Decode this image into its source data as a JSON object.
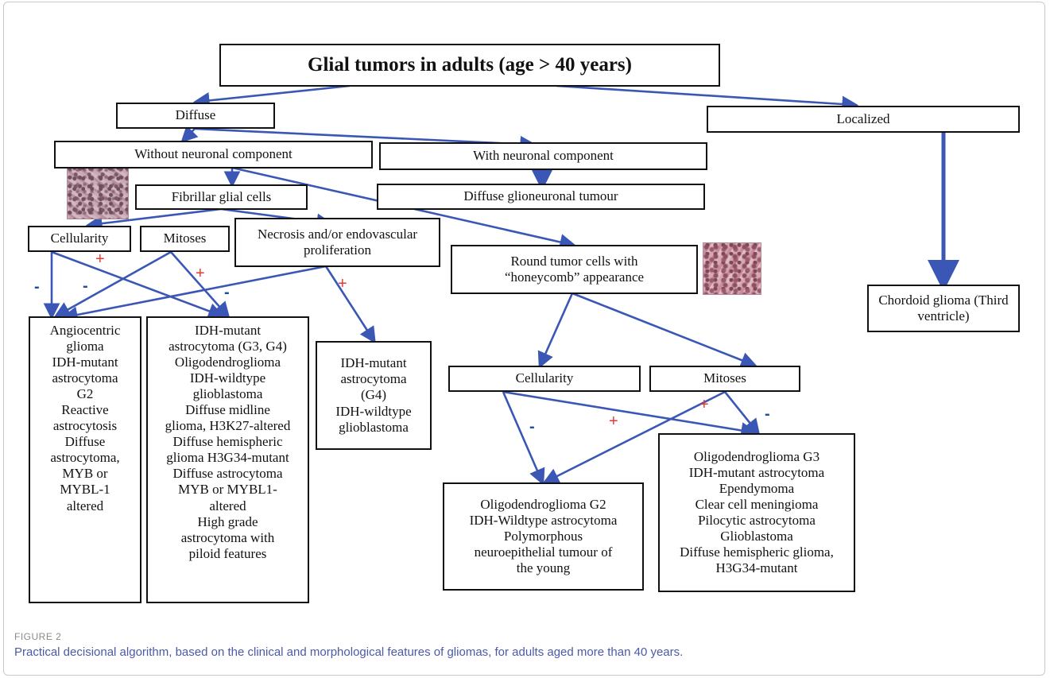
{
  "nodes": {
    "title": "Glial tumors in adults (age > 40 years)",
    "diffuse": "Diffuse",
    "localized": "Localized",
    "without_neuronal": "Without neuronal component",
    "with_neuronal": "With neuronal component",
    "fibrillar": "Fibrillar glial cells",
    "diffuse_glioneuronal": "Diffuse glioneuronal tumour",
    "cellularity_left": "Cellularity",
    "mitoses_left": "Mitoses",
    "necrosis": "Necrosis and/or endovascular\nproliferation",
    "round_cells": "Round tumor cells with\n“honeycomb” appearance",
    "chordoid": "Chordoid glioma (Third\nventricle)",
    "result_low": "Angiocentric\nglioma\nIDH-mutant\nastrocytoma\nG2\nReactive\nastrocytosis\nDiffuse\nastrocytoma,\nMYB or\nMYBL-1\naltered",
    "result_high": "IDH-mutant\nastrocytoma (G3, G4)\nOligodendroglioma\nIDH-wildtype\nglioblastoma\nDiffuse midline\nglioma, H3K27-altered\nDiffuse hemispheric\nglioma H3G34-mutant\nDiffuse astrocytoma\nMYB or MYBL1-\naltered\nHigh grade\nastrocytoma with\npiloid features",
    "result_necrosis": "IDH-mutant\nastrocytoma\n(G4)\nIDH-wildtype\nglioblastoma",
    "cellularity_right": "Cellularity",
    "mitoses_right": "Mitoses",
    "result_round_low": "Oligodendroglioma G2\nIDH-Wildtype astrocytoma\nPolymorphous\nneuroepithelial tumour of\nthe young",
    "result_round_high": "Oligodendroglioma G3\nIDH-mutant astrocytoma\nEpendymoma\nClear cell meningioma\nPilocytic astrocytoma\nGlioblastoma\nDiffuse hemispheric glioma,\nH3G34-mutant"
  },
  "signs": {
    "plus": "+",
    "minus": "-"
  },
  "caption": {
    "label": "FIGURE 2",
    "text": "Practical decisional algorithm, based on the clinical and morphological features of gliomas, for adults aged more than 40 years."
  },
  "colors": {
    "arrow": "#3a57b5",
    "plus": "#e53935",
    "minus": "#1f4e9e",
    "caption_text": "#4b5aa8"
  }
}
